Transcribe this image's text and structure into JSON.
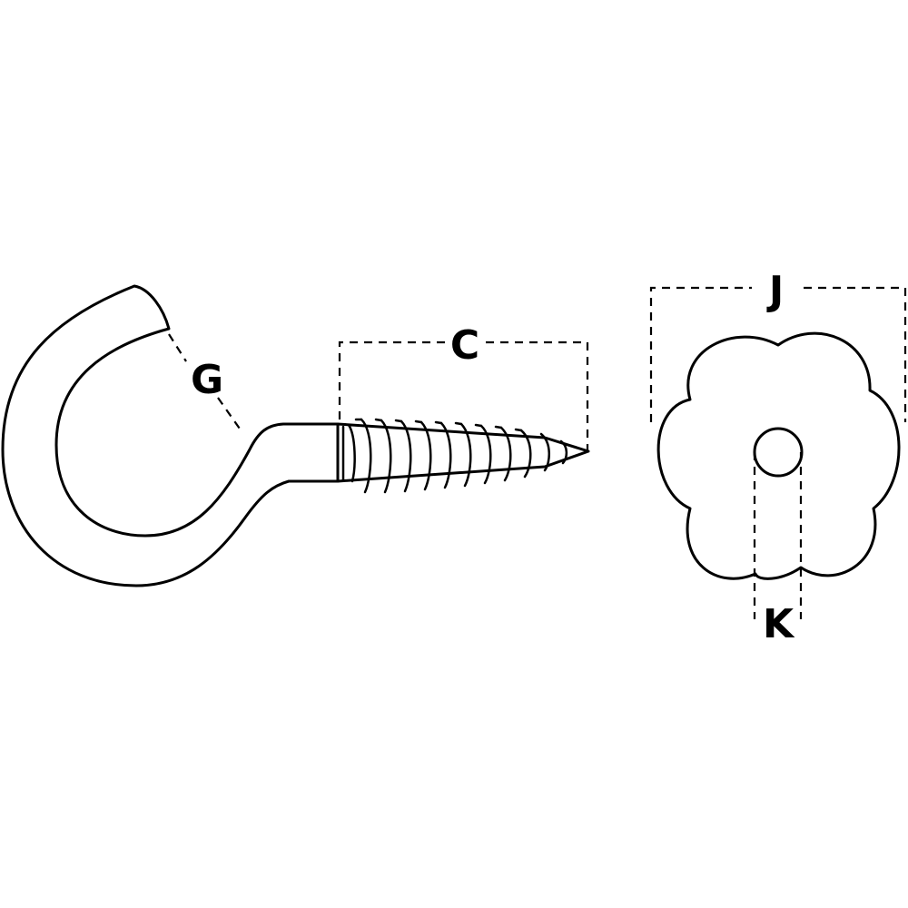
{
  "labels": {
    "gap": "G",
    "thread_length": "C",
    "rosette_diameter": "J",
    "hole_diameter": "K"
  },
  "colors": {
    "line": "#000000",
    "background": "#ffffff"
  }
}
